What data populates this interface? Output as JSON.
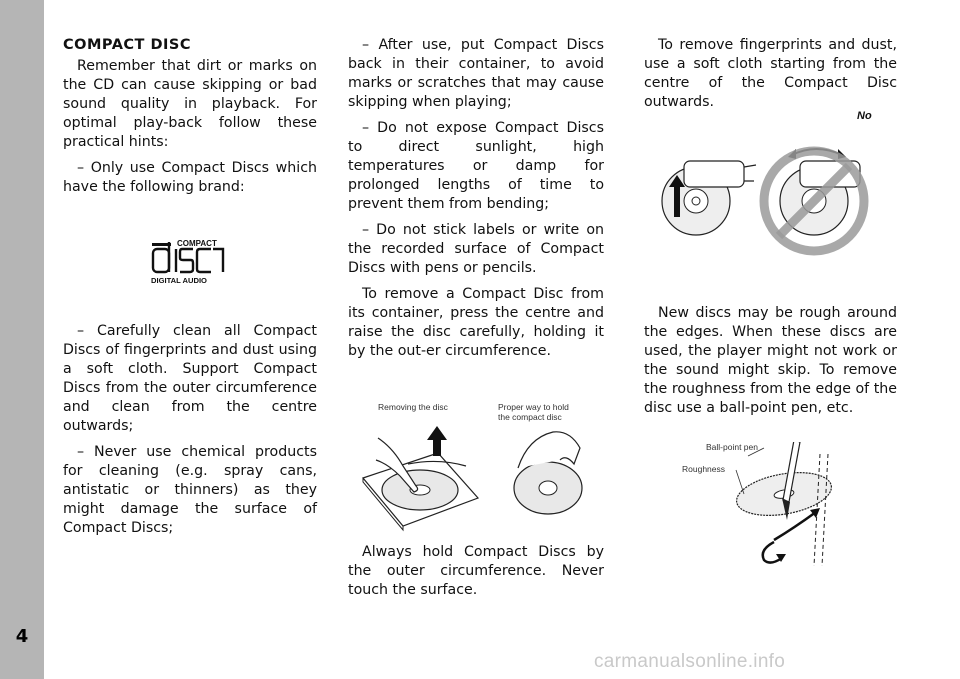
{
  "page": {
    "chapter_number": "4",
    "footer_watermark": "carmanualsonline.info"
  },
  "col1": {
    "heading": "COMPACT DISC",
    "p1": "Remember that dirt or marks on the CD can cause skipping or bad sound quality in playback. For optimal play-back follow these practical hints:",
    "p2": "– Only use Compact Discs which have the following brand:",
    "logo": {
      "top": "COMPACT",
      "middle": "disc",
      "bottom": "DIGITAL AUDIO"
    },
    "p3": "– Carefully clean all Compact Discs of fingerprints and dust using a soft cloth. Support Compact Discs from the outer circumference and clean from the centre outwards;",
    "p4": "– Never use chemical products for cleaning (e.g. spray cans, antistatic or thinners) as they might damage the surface of Compact Discs;"
  },
  "col2": {
    "p1": "– After use, put Compact Discs back in their container, to avoid marks or scratches that may cause skipping when playing;",
    "p2": "– Do not expose Compact Discs to direct sunlight, high temperatures or damp for prolonged lengths of time to prevent them from bending;",
    "p3": "– Do not stick labels or write on the recorded surface of Compact Discs with pens or pencils.",
    "p4": "To remove a Compact Disc from its container, press the centre and raise the disc carefully, holding it by the out-er circumference.",
    "fig_label_left": "Removing the disc",
    "fig_label_right_1": "Proper way to hold",
    "fig_label_right_2": "the compact disc",
    "p5": "Always hold Compact Discs by the outer circumference. Never touch the surface."
  },
  "col3": {
    "p1": "To remove fingerprints and dust, use a soft cloth starting from the centre of the Compact Disc outwards.",
    "fig_no_label": "No",
    "p2": "New discs may be rough around the edges. When these discs are used, the player might not work or the sound might skip. To remove the roughness from the edge of the disc use a ball-point pen, etc.",
    "fig_label_pen": "Ball-point pen",
    "fig_label_roughness": "Roughness"
  }
}
